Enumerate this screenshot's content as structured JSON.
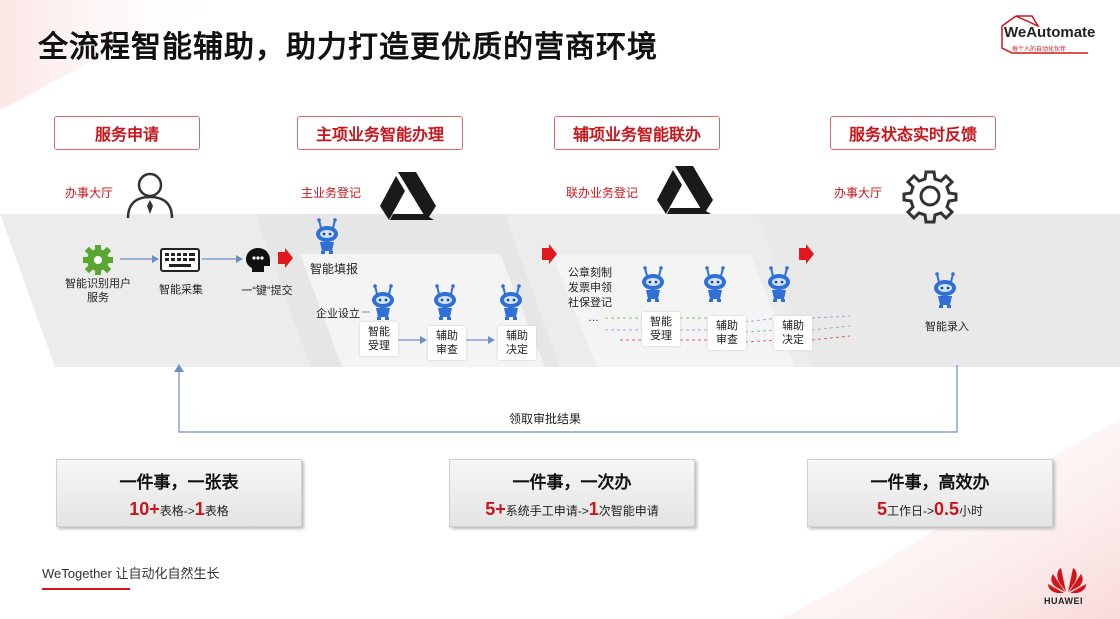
{
  "title": "全流程智能辅助，助力打造更优质的营商环境",
  "brand": {
    "name": "WeAutomate",
    "tagline": "每个人的自动化伙伴",
    "company": "HUAWEI"
  },
  "stages": [
    {
      "label": "服务申请"
    },
    {
      "label": "主项业务智能办理"
    },
    {
      "label": "辅项业务智能联办"
    },
    {
      "label": "服务状态实时反馈"
    }
  ],
  "red_labels": {
    "hall1": "办事大厅",
    "main_reg": "主业务登记",
    "joint_reg": "联办业务登记",
    "hall2": "办事大厅"
  },
  "steps": {
    "ai_service": "智能识别用户服务",
    "smart_collect": "智能采集",
    "one_key_submit": "一“键”提交",
    "smart_fill": "智能填报",
    "company_setup": "企业设立",
    "accept1": "智能受理",
    "review1": "辅助审查",
    "decide1": "辅助决定",
    "joint_items": [
      "公章刻制",
      "发票申领",
      "社保登记",
      "…"
    ],
    "accept2": "智能受理",
    "review2": "辅助审查",
    "decide2": "辅助决定",
    "smart_entry": "智能录入"
  },
  "return_label": "领取审批结果",
  "summaries": [
    {
      "heading": "一件事，一张表",
      "num1": "10+",
      "text1": "表格->",
      "num2": "1",
      "text2": "表格"
    },
    {
      "heading": "一件事，一次办",
      "num1": "5+",
      "text1": "系统手工申请->",
      "num2": "1",
      "text2": "次智能申请"
    },
    {
      "heading": "一件事，高效办",
      "num1": "5",
      "text1": "工作日->",
      "num2": "0.5",
      "text2": "小时"
    }
  ],
  "footer": "WeTogether 让自动化自然生长",
  "colors": {
    "accent": "#c8161d",
    "robot": "#2f6fd6",
    "gear": "#5aa632"
  }
}
